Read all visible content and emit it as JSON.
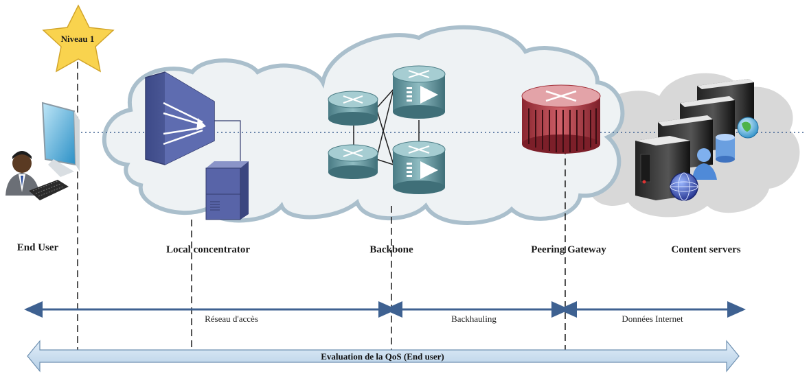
{
  "badge": {
    "text": "Niveau 1"
  },
  "nodes": {
    "end_user": "End User",
    "local_concentrator": "Local concentrator",
    "backbone": "Backbone",
    "peering_gateway": "Peering Gateway",
    "content_servers": "Content servers"
  },
  "segments": {
    "access_network": "Réseau d'accès",
    "backhauling": "Backhauling",
    "internet_data": "Données Internet"
  },
  "evaluation": {
    "text": "Evaluation de la QoS (End user)"
  },
  "colors": {
    "cloud_fill": "#eef2f4",
    "cloud_stroke": "#aabfcc",
    "grey_cloud": "#d7d7d7",
    "arrow_blue": "#3e6191",
    "eval_fill": "#c9ddef",
    "router_teal": "#5c8f98",
    "concentrator": "#4d5a98",
    "gateway_red": "#a3333c",
    "star": "#f9d34e"
  },
  "icons": [
    "end-user-icon",
    "monitor-icon",
    "keyboard-icon",
    "concentrator-icon",
    "server-icon",
    "router-icon",
    "switch-icon",
    "gateway-router-icon",
    "content-server-icon",
    "globe-icon",
    "database-icon",
    "star-icon"
  ]
}
